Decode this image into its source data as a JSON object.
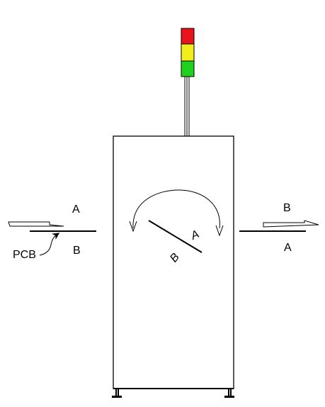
{
  "diagram": {
    "left_side": {
      "top_label": "A",
      "bottom_label": "B",
      "pcb_label": "PCB"
    },
    "right_side": {
      "top_label": "B",
      "bottom_label": "A"
    },
    "flipper": {
      "label_a": "A",
      "label_b": "B"
    },
    "signal_tower": {
      "colors": [
        "#e8141b",
        "#f2ee1c",
        "#1ed21e"
      ]
    }
  }
}
